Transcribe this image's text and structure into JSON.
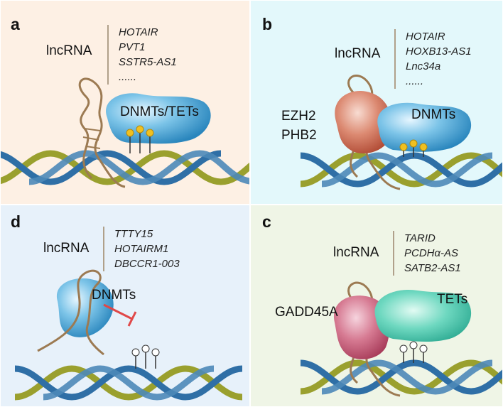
{
  "panels": {
    "a": {
      "letter": "a",
      "lncrna_label": "lncRNA",
      "genes": [
        "HOTAIR",
        "PVT1",
        "SSTR5-AS1",
        "......"
      ],
      "enzyme_label": "DNMTs/TETs"
    },
    "b": {
      "letter": "b",
      "lncrna_label": "lncRNA",
      "genes": [
        "HOTAIR",
        "HOXB13-AS1",
        "Lnc34a",
        "......"
      ],
      "enzyme_label": "DNMTs",
      "protein_labels": [
        "EZH2",
        "PHB2"
      ]
    },
    "d": {
      "letter": "d",
      "lncrna_label": "lncRNA",
      "genes": [
        "TTTY15",
        "HOTAIRM1",
        "DBCCR1-003"
      ],
      "enzyme_label": "DNMTs"
    },
    "c": {
      "letter": "c",
      "lncrna_label": "lncRNA",
      "genes": [
        "TARID",
        "PCDHα-AS",
        "SATB2-AS1"
      ],
      "enzyme_label": "TETs",
      "protein_label": "GADD45A"
    }
  },
  "colors": {
    "panel_a_bg": "#fdf0e4",
    "panel_b_bg": "#e3f8fb",
    "panel_d_bg": "#e7f1fa",
    "panel_c_bg": "#eff5e6",
    "dna_strand_blue": "#2f6fa6",
    "dna_strand_olive": "#9aa02e",
    "rna_brown": "#9c7a52",
    "dnmt_blue": "#4aa0d0",
    "tet_green": "#3fbfa8",
    "ezh2_red": "#c86a52",
    "gadd45a_pink": "#c45a72",
    "methyl_gold": "#f0c020",
    "inhibit_red": "#e04848"
  }
}
